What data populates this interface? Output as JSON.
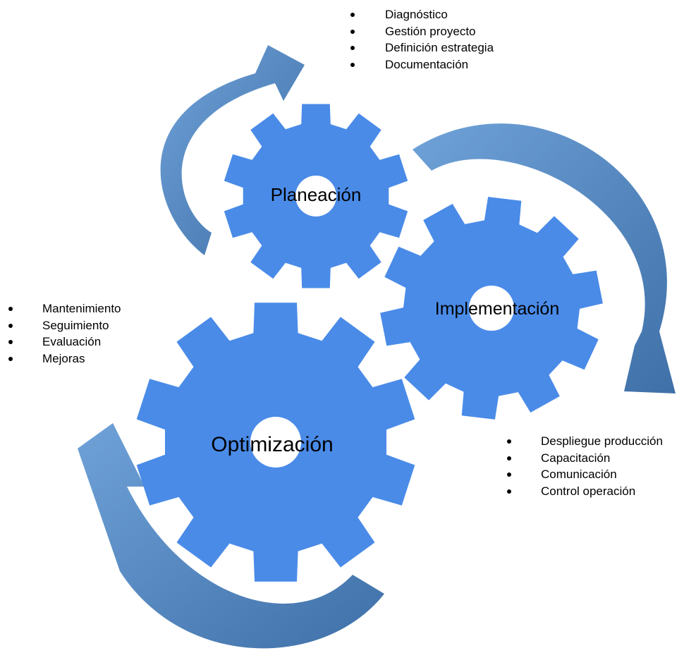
{
  "colors": {
    "gear": "#4A8BE8",
    "arrow_light": "#5B93CF",
    "arrow_dark": "#3E6FA6",
    "text": "#000000"
  },
  "gears": {
    "planeacion": {
      "label": "Planeación"
    },
    "implementacion": {
      "label": "Implementación"
    },
    "optimizacion": {
      "label": "Optimización"
    }
  },
  "lists": {
    "planeacion": [
      "Diagnóstico",
      "Gestión proyecto",
      "Definición estrategia",
      "Documentación"
    ],
    "optimizacion": [
      "Mantenimiento",
      "Seguimiento",
      "Evaluación",
      "Mejoras"
    ],
    "implementacion": [
      "Despliegue producción",
      "Capacitación",
      "Comunicación",
      "Control operación"
    ]
  }
}
